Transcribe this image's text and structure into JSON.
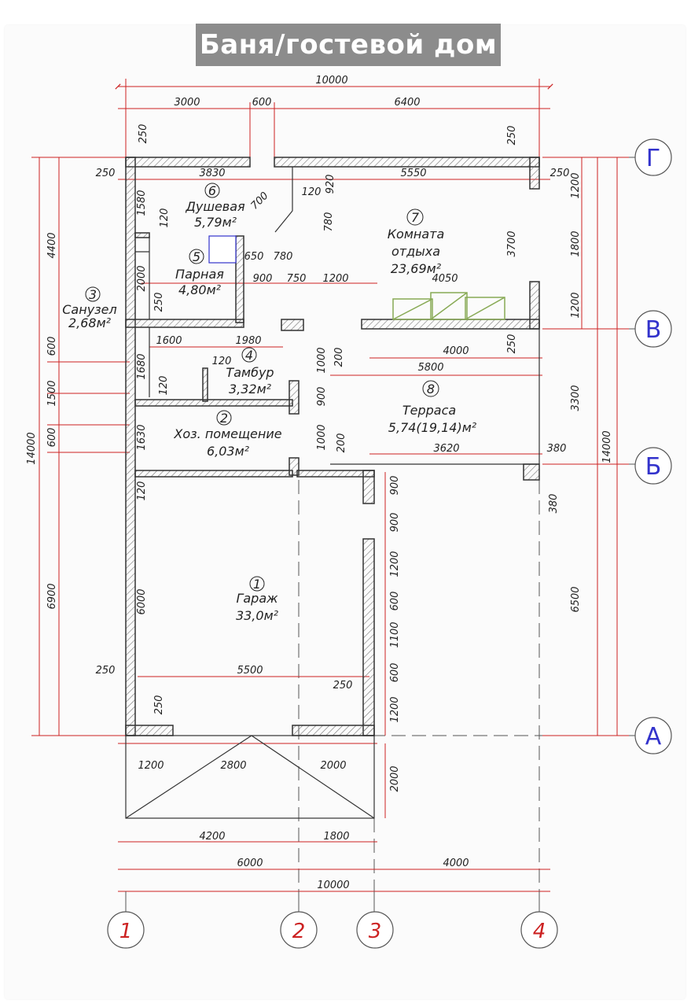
{
  "title": "Баня/гостевой дом",
  "axes_letters": [
    "Г",
    "В",
    "Б",
    "А"
  ],
  "axes_numbers": [
    "1",
    "2",
    "3",
    "4"
  ],
  "rooms": [
    {
      "num": "1",
      "name": "Гараж",
      "area": "33,0м²"
    },
    {
      "num": "2",
      "name": "Хоз. помещение",
      "area": "6,03м²"
    },
    {
      "num": "3",
      "name": "Санузел",
      "area": "2,68м²"
    },
    {
      "num": "4",
      "name": "Тамбур",
      "area": "3,32м²"
    },
    {
      "num": "5",
      "name": "Парная",
      "area": "4,80м²"
    },
    {
      "num": "6",
      "name": "Душевая",
      "area": "5,79м²"
    },
    {
      "num": "7",
      "name": "Комната",
      "name2": "отдыха",
      "area": "23,69м²"
    },
    {
      "num": "8",
      "name": "Терраса",
      "area": "5,74(19,14)м²"
    }
  ],
  "dims": {
    "top_total": "10000",
    "top_a": "3000",
    "top_b": "600",
    "top_c": "6400",
    "top_250_l": "250",
    "top_250_r": "250",
    "d3830": "3830",
    "d5550": "5550",
    "d250_l": "250",
    "d250_r": "250",
    "d1580": "1580",
    "d120_a": "120",
    "d700": "700",
    "d120_b": "120",
    "d920": "920",
    "d780_v": "780",
    "d650": "650",
    "d780_h": "780",
    "d3700": "3700",
    "d2000_a": "2000",
    "d250_c": "250",
    "d900_a": "900",
    "d750": "750",
    "d1200_a": "1200",
    "d4050": "4050",
    "d1600": "1600",
    "d1980": "1980",
    "d120_c": "120",
    "d1000_a": "1000",
    "d200_a": "200",
    "d4000_a": "4000",
    "d250_d": "250",
    "d5800": "5800",
    "d1680": "1680",
    "d120_d": "120",
    "d900_b": "900",
    "d1630": "1630",
    "d1000_b": "1000",
    "d200_b": "200",
    "d3620": "3620",
    "d380_h": "380",
    "d380_v": "380",
    "d120_e": "120",
    "d900_c": "900",
    "d900_d": "900",
    "d1200_b": "1200",
    "d600_a": "600",
    "d1100": "1100",
    "d600_b": "600",
    "d1200_c": "1200",
    "d6000_v": "6000",
    "d5500": "5500",
    "d250_e": "250",
    "d250_f": "250",
    "d250_g": "250",
    "d1200_h": "1200",
    "d2800": "2800",
    "d2000_h": "2000",
    "d2000_v": "2000",
    "d4200": "4200",
    "d1800": "1800",
    "d6000": "6000",
    "d4000_b": "4000",
    "bottom_total": "10000",
    "left_4400": "4400",
    "left_6900": "6900",
    "left_14000": "14000",
    "left_600_a": "600",
    "left_1500": "1500",
    "left_600_b": "600",
    "right_1200_a": "1200",
    "right_1800": "1800",
    "right_1200_b": "1200",
    "right_3300": "3300",
    "right_6500": "6500",
    "right_14000": "14000"
  },
  "colors": {
    "wall": "#333333",
    "dim_line": "#cc2222",
    "axis": "#3333cc",
    "hatch": "#777777",
    "bench": "#88aa55"
  }
}
